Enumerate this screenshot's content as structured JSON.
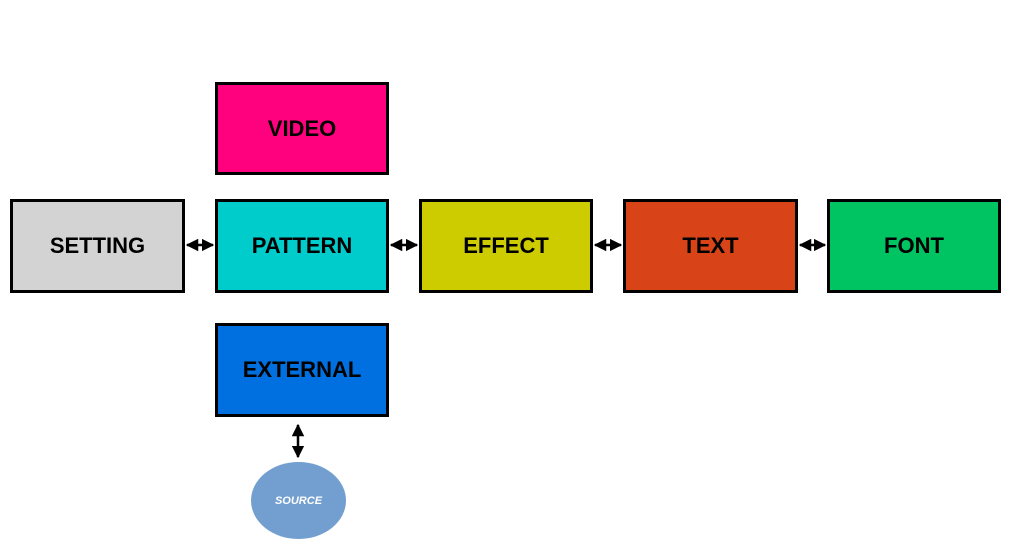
{
  "nodes": {
    "video": {
      "label": "VIDEO",
      "color": "#ff007f"
    },
    "setting": {
      "label": "SETTING",
      "color": "#d3d3d3"
    },
    "pattern": {
      "label": "PATTERN",
      "color": "#00cccc"
    },
    "effect": {
      "label": "EFFECT",
      "color": "#cccc00"
    },
    "text": {
      "label": "TEXT",
      "color": "#d84418"
    },
    "font": {
      "label": "FONT",
      "color": "#00c462"
    },
    "external": {
      "label": "EXTERNAL",
      "color": "#0070e0"
    }
  },
  "source": {
    "label": "SOURCE",
    "color": "#729fcf",
    "text_color": "#ffffff"
  },
  "connectors": [
    {
      "from": "setting",
      "to": "pattern",
      "type": "bidirectional-arrow"
    },
    {
      "from": "pattern",
      "to": "effect",
      "type": "bidirectional-arrow"
    },
    {
      "from": "effect",
      "to": "text",
      "type": "bidirectional-arrow"
    },
    {
      "from": "text",
      "to": "font",
      "type": "bidirectional-arrow"
    },
    {
      "from": "external",
      "to": "source",
      "type": "bidirectional-arrow"
    }
  ]
}
